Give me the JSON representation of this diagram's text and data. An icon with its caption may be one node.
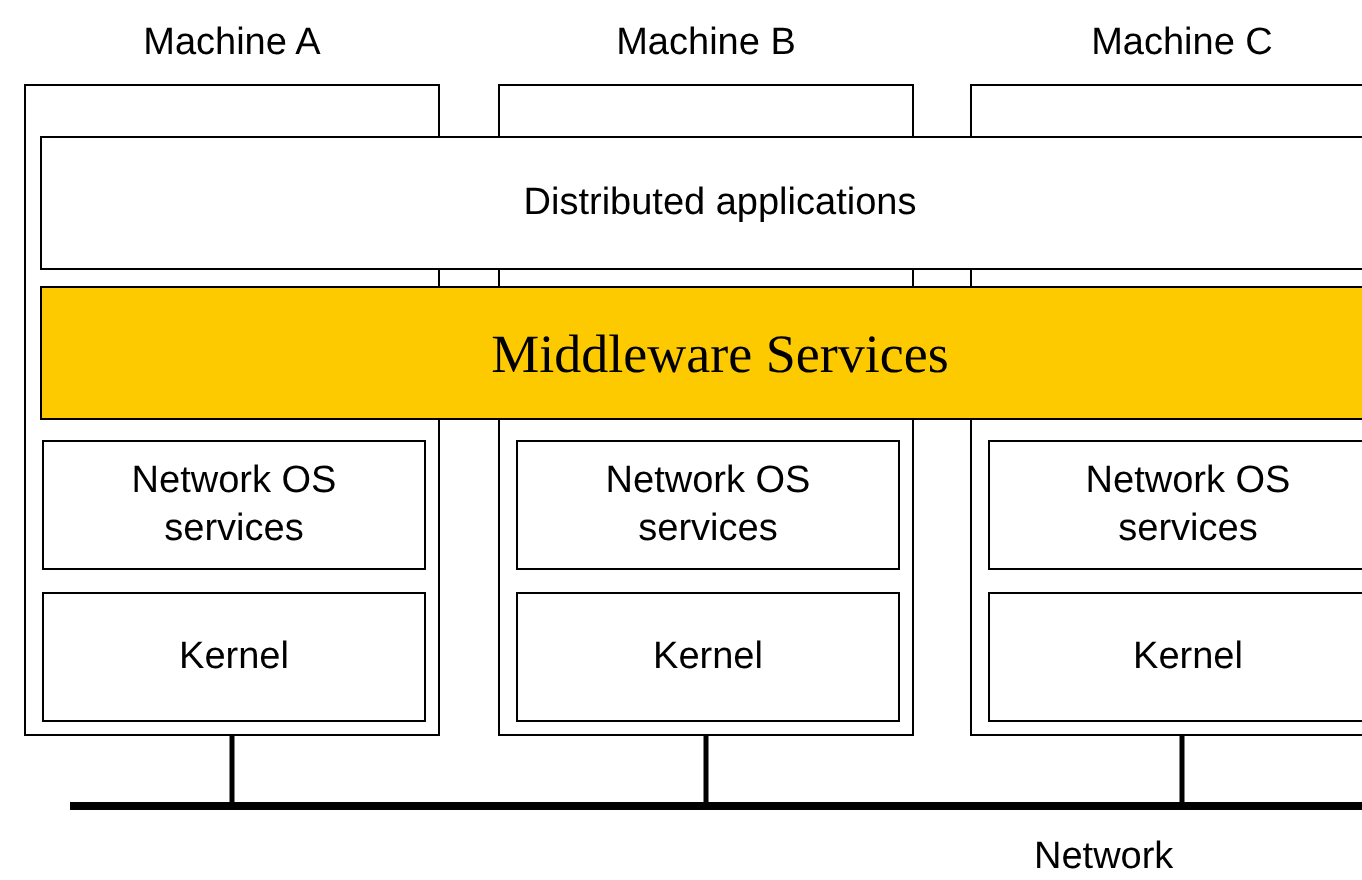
{
  "diagram": {
    "nodes": [
      {
        "text": [
          "Machine A"
        ]
      },
      {
        "text": [
          "Machine B"
        ]
      },
      {
        "text": [
          "Machine C"
        ]
      },
      {
        "text": [
          "Distributed applications"
        ]
      },
      {
        "text": [
          "Middleware Services"
        ]
      },
      {
        "text": [
          "Network OS services"
        ],
        "in": 0
      },
      {
        "text": [
          "Kernel"
        ],
        "in": 0
      },
      {
        "text": [
          "Network OS services"
        ],
        "in": 1
      },
      {
        "text": [
          "Kernel"
        ],
        "in": 1
      },
      {
        "text": [
          "Network OS services"
        ],
        "in": 2
      },
      {
        "text": [
          "Kernel"
        ],
        "in": 2
      },
      {
        "text": [],
        "shape": "bar",
        "beside": [
          "Network"
        ]
      }
    ],
    "edges": [
      {
        "from": 0,
        "to": 11,
        "arrow": "none"
      },
      {
        "from": 1,
        "to": 11,
        "arrow": "none"
      },
      {
        "from": 2,
        "to": 11,
        "arrow": "none"
      }
    ]
  }
}
